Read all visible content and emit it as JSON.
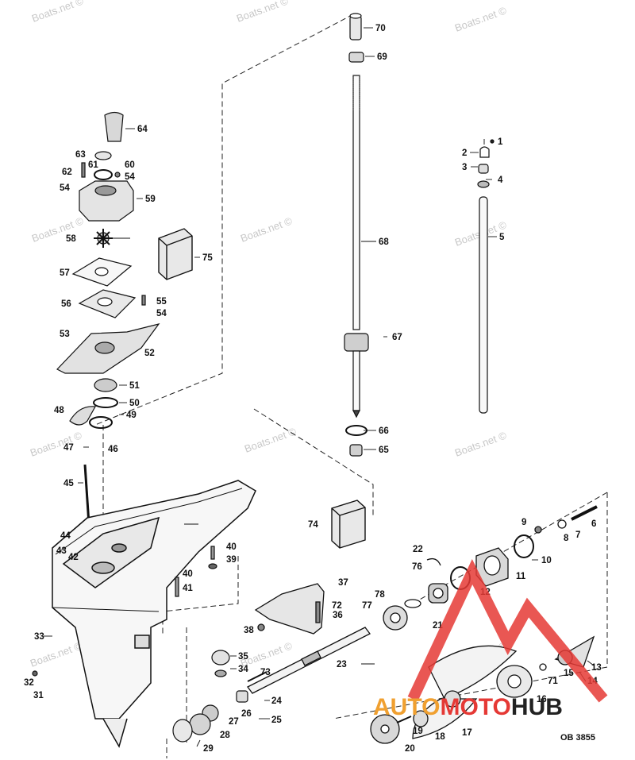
{
  "diagram": {
    "watermark_text": "Boats.net ©",
    "drawing_code": "OB 3855",
    "logo": {
      "text_a": "AUTO",
      "text_b": "MOTO",
      "text_c": "HUB",
      "color_primary": "#e53935",
      "color_orange": "#f0a030",
      "color_dark": "#222222"
    },
    "labels": [
      {
        "id": "70",
        "text": "70"
      },
      {
        "id": "69",
        "text": "69"
      },
      {
        "id": "64",
        "text": "64"
      },
      {
        "id": "63",
        "text": "63"
      },
      {
        "id": "61",
        "text": "61"
      },
      {
        "id": "60",
        "text": "60"
      },
      {
        "id": "62",
        "text": "62"
      },
      {
        "id": "54a",
        "text": "54"
      },
      {
        "id": "54b",
        "text": "54"
      },
      {
        "id": "59",
        "text": "59"
      },
      {
        "id": "58",
        "text": "58"
      },
      {
        "id": "75",
        "text": "75"
      },
      {
        "id": "68",
        "text": "68"
      },
      {
        "id": "57",
        "text": "57"
      },
      {
        "id": "56",
        "text": "56"
      },
      {
        "id": "55",
        "text": "55"
      },
      {
        "id": "54c",
        "text": "54"
      },
      {
        "id": "53",
        "text": "53"
      },
      {
        "id": "52",
        "text": "52"
      },
      {
        "id": "67",
        "text": "67"
      },
      {
        "id": "51",
        "text": "51"
      },
      {
        "id": "50",
        "text": "50"
      },
      {
        "id": "48",
        "text": "48"
      },
      {
        "id": "49",
        "text": "49"
      },
      {
        "id": "66",
        "text": "66"
      },
      {
        "id": "47",
        "text": "47"
      },
      {
        "id": "46",
        "text": "46"
      },
      {
        "id": "65",
        "text": "65"
      },
      {
        "id": "45",
        "text": "45"
      },
      {
        "id": "1",
        "text": "1"
      },
      {
        "id": "2",
        "text": "2"
      },
      {
        "id": "3",
        "text": "3"
      },
      {
        "id": "4",
        "text": "4"
      },
      {
        "id": "5",
        "text": "5"
      },
      {
        "id": "74",
        "text": "74"
      },
      {
        "id": "44",
        "text": "44"
      },
      {
        "id": "43",
        "text": "43"
      },
      {
        "id": "42",
        "text": "42"
      },
      {
        "id": "40a",
        "text": "40"
      },
      {
        "id": "39",
        "text": "39"
      },
      {
        "id": "40b",
        "text": "40"
      },
      {
        "id": "41",
        "text": "41"
      },
      {
        "id": "37",
        "text": "37"
      },
      {
        "id": "9",
        "text": "9"
      },
      {
        "id": "6",
        "text": "6"
      },
      {
        "id": "8",
        "text": "8"
      },
      {
        "id": "7",
        "text": "7"
      },
      {
        "id": "22",
        "text": "22"
      },
      {
        "id": "10",
        "text": "10"
      },
      {
        "id": "76",
        "text": "76"
      },
      {
        "id": "11",
        "text": "11"
      },
      {
        "id": "12",
        "text": "12"
      },
      {
        "id": "78",
        "text": "78"
      },
      {
        "id": "72",
        "text": "72"
      },
      {
        "id": "77",
        "text": "77"
      },
      {
        "id": "36",
        "text": "36"
      },
      {
        "id": "21",
        "text": "21"
      },
      {
        "id": "38",
        "text": "38"
      },
      {
        "id": "33",
        "text": "33"
      },
      {
        "id": "35",
        "text": "35"
      },
      {
        "id": "23",
        "text": "23"
      },
      {
        "id": "13",
        "text": "13"
      },
      {
        "id": "34",
        "text": "34"
      },
      {
        "id": "73",
        "text": "73"
      },
      {
        "id": "15",
        "text": "15"
      },
      {
        "id": "71",
        "text": "71"
      },
      {
        "id": "14",
        "text": "14"
      },
      {
        "id": "32",
        "text": "32"
      },
      {
        "id": "31",
        "text": "31"
      },
      {
        "id": "24",
        "text": "24"
      },
      {
        "id": "16",
        "text": "16"
      },
      {
        "id": "26",
        "text": "26"
      },
      {
        "id": "25",
        "text": "25"
      },
      {
        "id": "27",
        "text": "27"
      },
      {
        "id": "19",
        "text": "19"
      },
      {
        "id": "17",
        "text": "17"
      },
      {
        "id": "18",
        "text": "18"
      },
      {
        "id": "28",
        "text": "28"
      },
      {
        "id": "29",
        "text": "29"
      },
      {
        "id": "20",
        "text": "20"
      }
    ]
  }
}
